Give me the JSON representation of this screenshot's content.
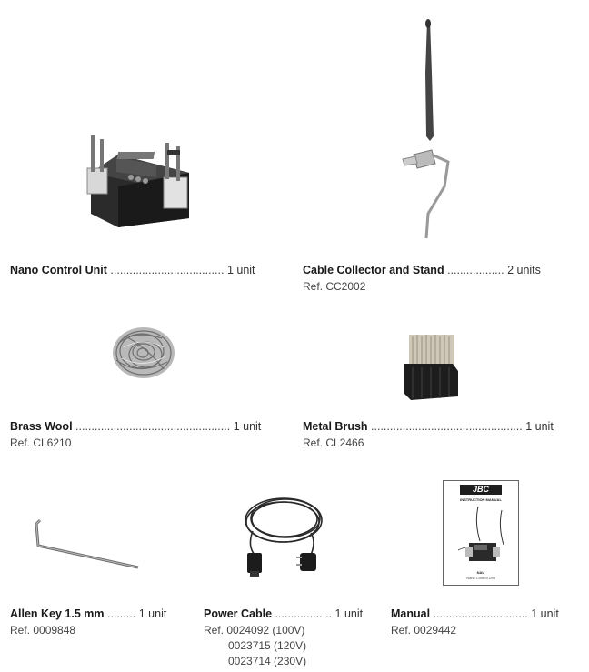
{
  "items": [
    {
      "name": "Nano Control Unit",
      "dots": "....................................",
      "qty": "1 unit",
      "ref": ""
    },
    {
      "name": "Cable Collector and Stand",
      "dots": "..................",
      "qty": "2 units",
      "ref": "Ref. CC2002"
    },
    {
      "name": "Brass Wool",
      "dots": ".................................................",
      "qty": "1 unit",
      "ref": "Ref. CL6210"
    },
    {
      "name": "Metal Brush",
      "dots": "................................................",
      "qty": "1 unit",
      "ref": "Ref. CL2466"
    },
    {
      "name": "Allen Key 1.5 mm",
      "dots": ".........",
      "qty": "1 unit",
      "ref": "Ref. 0009848"
    },
    {
      "name": "Power Cable",
      "dots": "..................",
      "qty": "1 unit",
      "ref": "Ref. 0024092 (100V)",
      "ref2": "0023715 (120V)",
      "ref3": "0023714 (230V)"
    },
    {
      "name": "Manual",
      "dots": "..............................",
      "qty": "1 unit",
      "ref": "Ref. 0029442"
    }
  ],
  "manual_cover": {
    "brand": "JBC",
    "heading": "INSTRUCTION MANUAL",
    "model": "NAU",
    "subtitle": "Nano Control Unit"
  }
}
